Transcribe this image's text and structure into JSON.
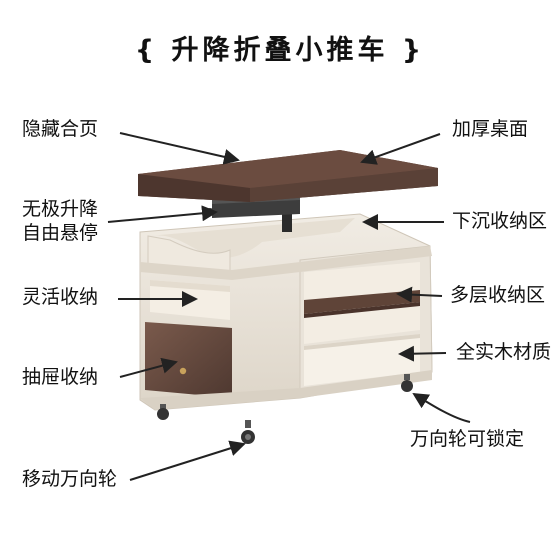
{
  "title": "{ 升降折叠小推车 }",
  "labels": {
    "hidden_hinge": "隐藏合页",
    "thick_top": "加厚桌面",
    "lift_line1": "无极升降",
    "lift_line2": "自由悬停",
    "sunken_storage": "下沉收纳区",
    "flexible_storage": "灵活收纳",
    "multi_storage": "多层收纳区",
    "solid_wood": "全实木材质",
    "drawer_storage": "抽屉收纳",
    "lockable_wheel": "万向轮可锁定",
    "moving_wheel": "移动万向轮"
  },
  "colors": {
    "wood_dark": "#5a4137",
    "wood_mid": "#6d4f43",
    "cream": "#e8e2d8",
    "cream_shadow": "#cfc6b8",
    "black": "#222222"
  }
}
